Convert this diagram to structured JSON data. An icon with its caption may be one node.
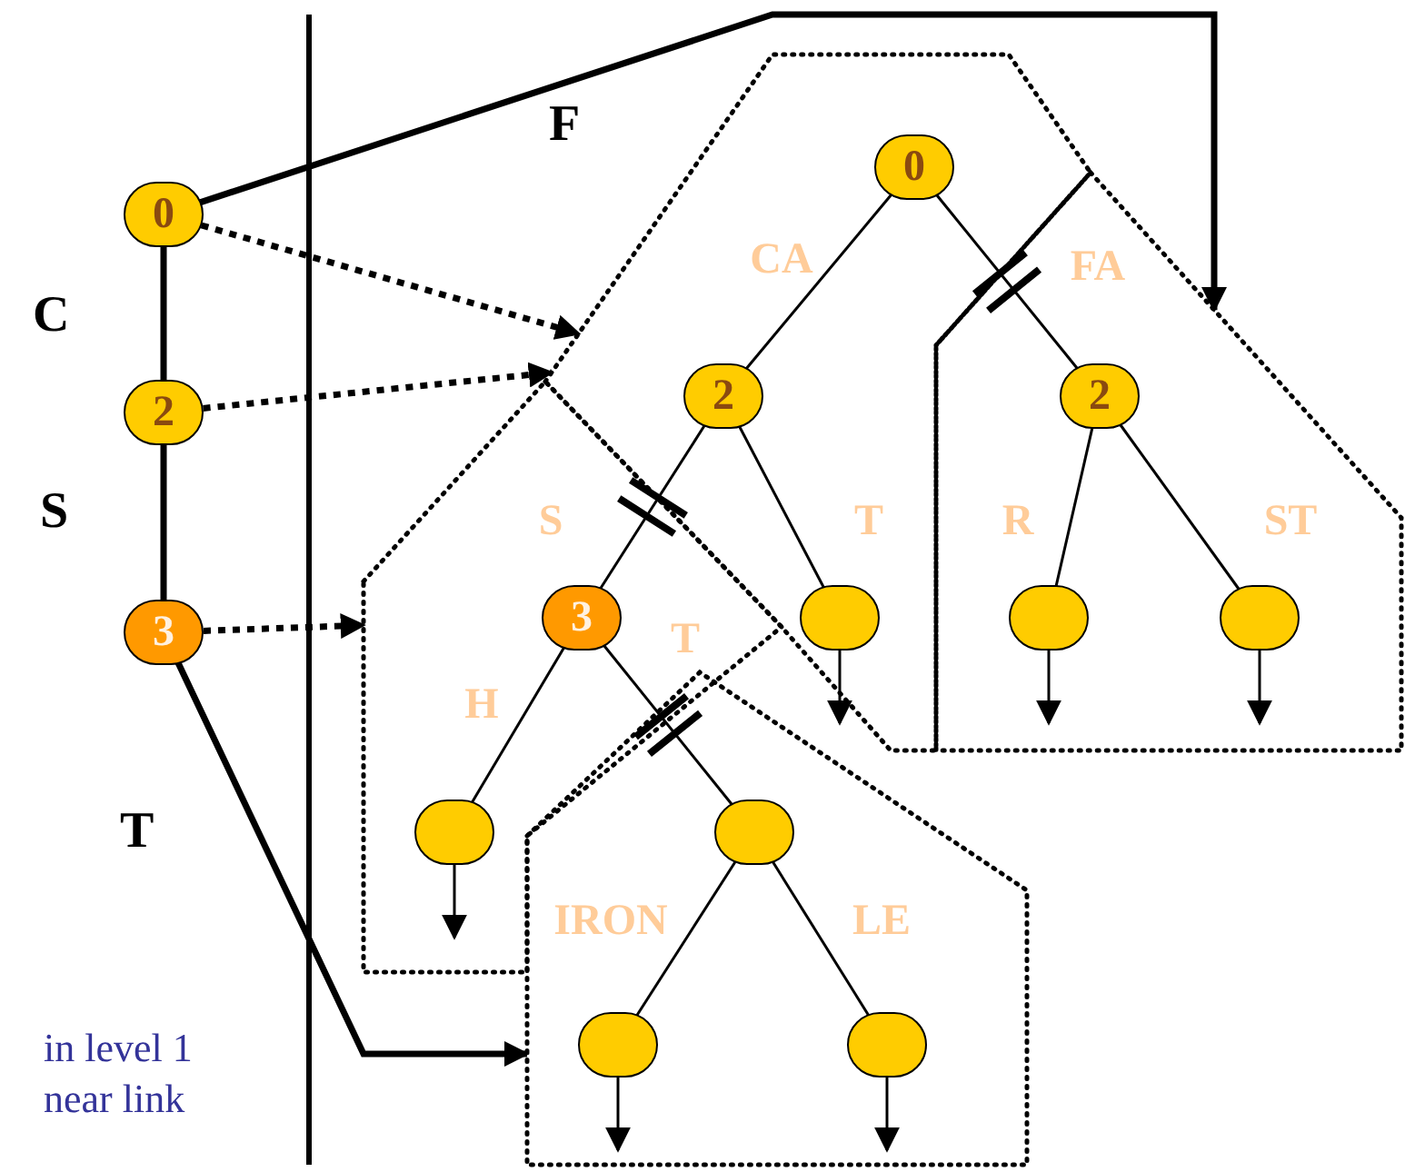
{
  "diagram": {
    "nodes": [
      {
        "text": [
          "0"
        ]
      },
      {
        "text": [
          "2"
        ]
      },
      {
        "text": [
          "3"
        ]
      },
      {
        "text": [],
        "shape": "pentagon"
      },
      {
        "text": [
          "0"
        ],
        "in": 3
      },
      {
        "text": [
          "2"
        ],
        "in": 3
      },
      {
        "text": [],
        "shape": "circle",
        "in": 3
      },
      {
        "text": [],
        "shape": "pentagon"
      },
      {
        "text": [
          "2"
        ],
        "in": 7
      },
      {
        "text": [],
        "shape": "circle",
        "in": 7
      },
      {
        "text": [],
        "shape": "circle",
        "in": 7
      },
      {
        "text": [],
        "shape": "pentagon"
      },
      {
        "text": [
          "3"
        ],
        "in": 11
      },
      {
        "text": [],
        "shape": "circle",
        "in": 11
      },
      {
        "text": [],
        "shape": "pentagon"
      },
      {
        "text": [],
        "shape": "circle",
        "in": 14
      },
      {
        "text": [],
        "shape": "circle",
        "in": 14
      },
      {
        "text": [],
        "shape": "circle",
        "in": 14
      }
    ],
    "edges": [
      {
        "from": 0,
        "to": 1,
        "arrow": "none",
        "style": "thick"
      },
      {
        "from": 1,
        "to": 2,
        "arrow": "none",
        "style": "thick"
      },
      {
        "from": 0,
        "to": 7,
        "arrow": "to",
        "style": "thick"
      },
      {
        "from": 0,
        "to": 3,
        "arrow": "to",
        "style": "dashed"
      },
      {
        "from": 1,
        "to": 3,
        "arrow": "to",
        "style": "dashed"
      },
      {
        "from": 2,
        "to": 11,
        "arrow": "to",
        "style": "dashed"
      },
      {
        "from": 2,
        "to": 14,
        "arrow": "to",
        "style": "thick"
      },
      {
        "from": 4,
        "to": 5,
        "arrow": "none",
        "label": "CA"
      },
      {
        "from": 4,
        "to": 8,
        "arrow": "none",
        "label": "FA"
      },
      {
        "from": 5,
        "to": 6,
        "arrow": "none",
        "label": "T"
      },
      {
        "from": 5,
        "to": 12,
        "arrow": "none",
        "label": "S"
      },
      {
        "from": 8,
        "to": 9,
        "arrow": "none",
        "label": "R"
      },
      {
        "from": 8,
        "to": 10,
        "arrow": "none",
        "label": "ST"
      },
      {
        "from": 12,
        "to": 13,
        "arrow": "none",
        "label": "H"
      },
      {
        "from": 12,
        "to": 15,
        "arrow": "none",
        "label": "T"
      },
      {
        "from": 15,
        "to": 16,
        "arrow": "none",
        "label": "IRON"
      },
      {
        "from": 15,
        "to": 17,
        "arrow": "none",
        "label": "LE"
      },
      {
        "from": 6,
        "to": null,
        "arrow": "to"
      },
      {
        "from": 9,
        "to": null,
        "arrow": "to"
      },
      {
        "from": 10,
        "to": null,
        "arrow": "to"
      },
      {
        "from": 13,
        "to": null,
        "arrow": "to"
      },
      {
        "from": 16,
        "to": null,
        "arrow": "to"
      },
      {
        "from": 17,
        "to": null,
        "arrow": "to"
      }
    ],
    "labels": [
      "F",
      "C",
      "S",
      "T",
      "in level 1",
      "near link"
    ]
  }
}
